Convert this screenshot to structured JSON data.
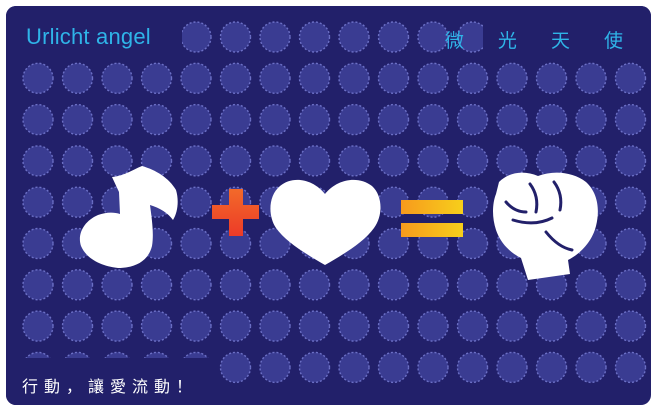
{
  "card": {
    "title_en": "Urlicht angel",
    "title_zh": "微 光 天 使",
    "slogan": "行動，讓愛流動！"
  },
  "equation": {
    "symbols": [
      "music-note-icon",
      "plus-icon",
      "heart-icon",
      "equals-icon",
      "fist-icon"
    ]
  },
  "colors": {
    "background": "#22206a",
    "dot_fill": "#3a3c92",
    "dot_stroke": "#6c70c6",
    "title": "#2fb4e8",
    "plus": "#f15a24",
    "equals": "#f7c21a",
    "white": "#ffffff"
  }
}
